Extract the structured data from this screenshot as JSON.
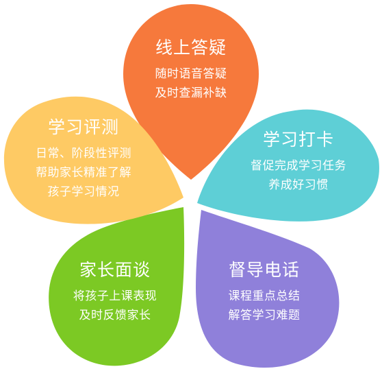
{
  "petals": [
    {
      "id": "online-qa",
      "title": "线上答疑",
      "lines": [
        "随时语音答疑",
        "及时查漏补缺"
      ],
      "color": "#F6793C"
    },
    {
      "id": "study-checkin",
      "title": "学习打卡",
      "lines": [
        "督促完成学习任务",
        "养成好习惯"
      ],
      "color": "#5ECFD6"
    },
    {
      "id": "supervision-call",
      "title": "督导电话",
      "lines": [
        "课程重点总结",
        "解答学习难题"
      ],
      "color": "#8F80DA"
    },
    {
      "id": "parent-meeting",
      "title": "家长面谈",
      "lines": [
        "将孩子上课表现",
        "及时反馈家长"
      ],
      "color": "#7CC924"
    },
    {
      "id": "study-assessment",
      "title": "学习评测",
      "lines": [
        "日常、阶段性评测",
        "帮助家长精准了解",
        "孩子学习情况"
      ],
      "color": "#FECA64"
    }
  ]
}
